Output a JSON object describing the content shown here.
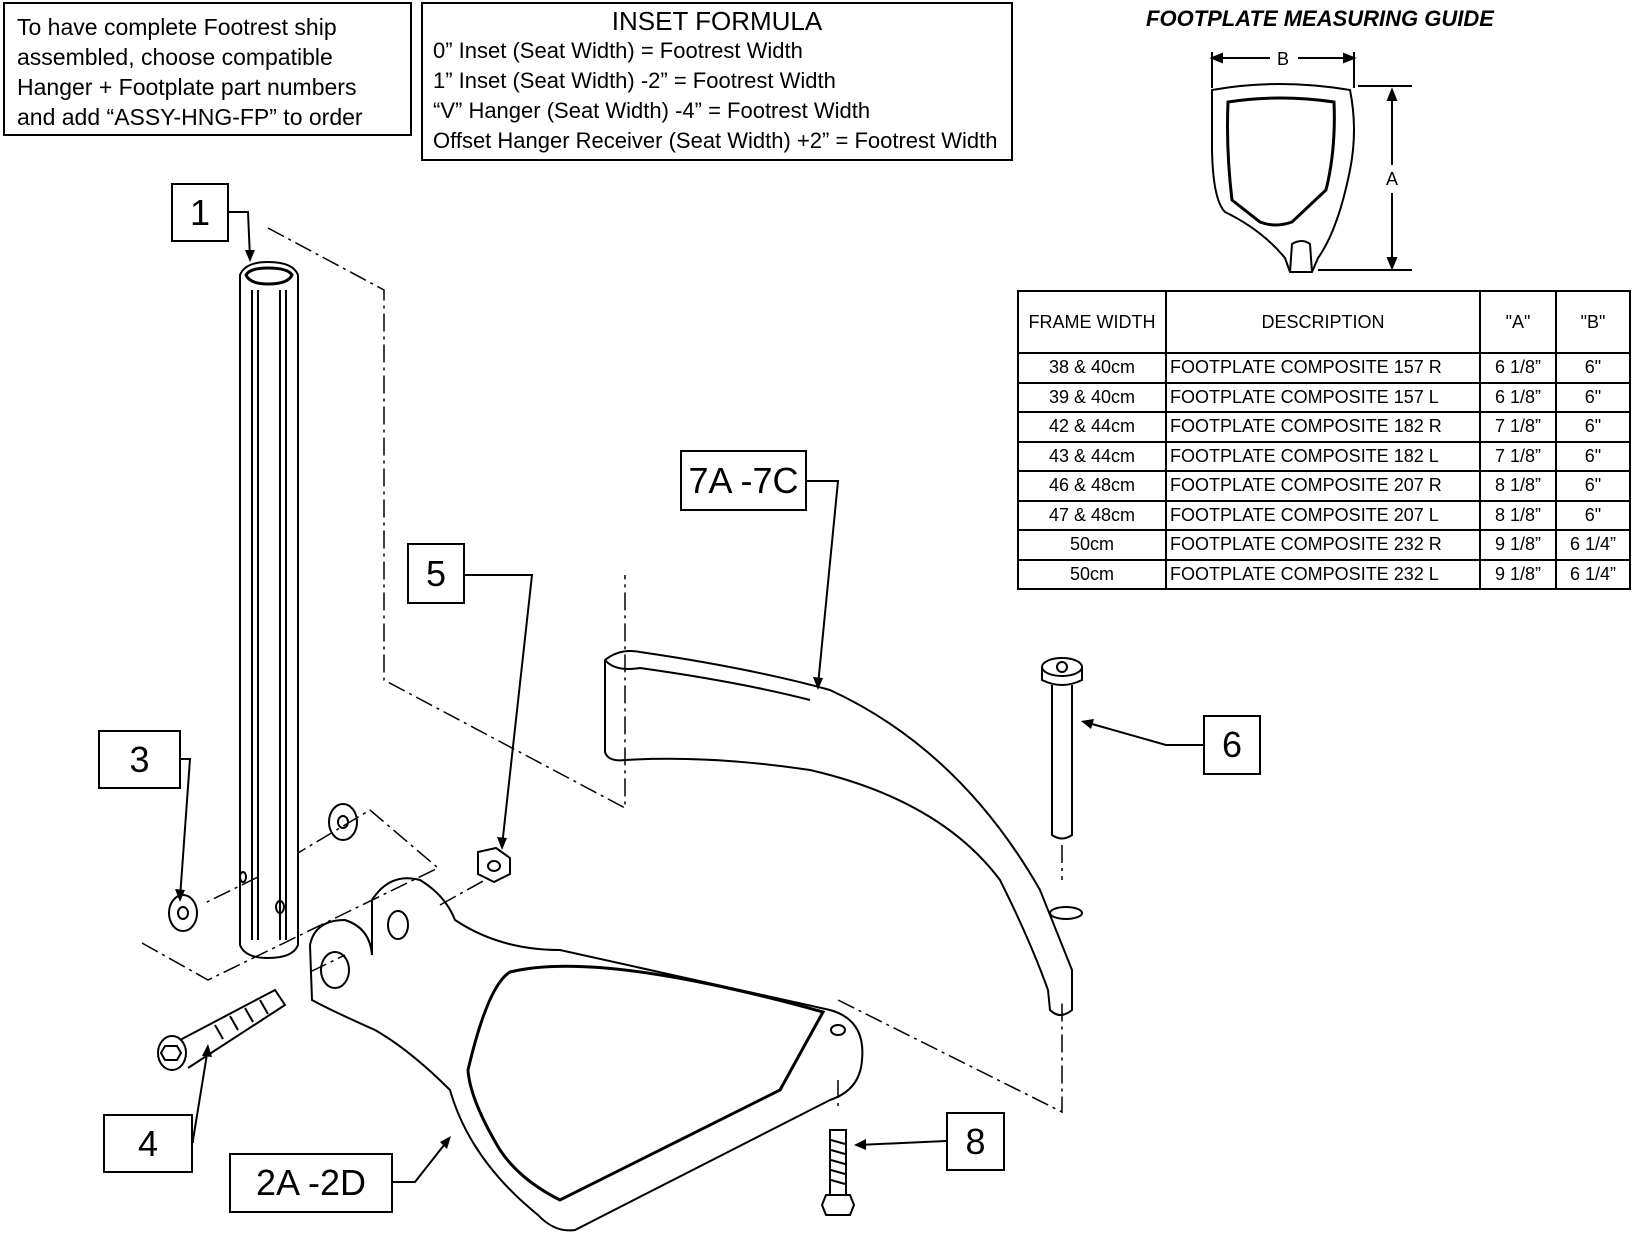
{
  "note": {
    "lines": [
      "To have complete Footrest ship",
      "assembled, choose compatible",
      "Hanger + Footplate part numbers",
      "and add “ASSY-HNG-FP” to order"
    ]
  },
  "inset_formula": {
    "title": "INSET FORMULA",
    "lines": [
      "0” Inset (Seat Width) = Footrest Width",
      "1” Inset (Seat Width) -2” = Footrest Width",
      "“V” Hanger (Seat Width) -4” = Footrest Width",
      "Offset Hanger Receiver (Seat Width) +2” = Footrest Width"
    ]
  },
  "measuring_guide": {
    "title": "FOOTPLATE MEASURING GUIDE",
    "dim_b": "B",
    "dim_a": "A"
  },
  "table": {
    "headers": [
      "FRAME WIDTH",
      "DESCRIPTION",
      "\"A\"",
      "\"B\""
    ],
    "rows": [
      [
        "38 & 40cm",
        "FOOTPLATE COMPOSITE 157 R",
        "6 1/8”",
        "6\""
      ],
      [
        "39 & 40cm",
        "FOOTPLATE COMPOSITE 157 L",
        "6 1/8”",
        "6\""
      ],
      [
        "42 & 44cm",
        "FOOTPLATE COMPOSITE 182 R",
        "7 1/8”",
        "6\""
      ],
      [
        "43 & 44cm",
        "FOOTPLATE COMPOSITE 182 L",
        "7 1/8”",
        "6\""
      ],
      [
        "46 & 48cm",
        "FOOTPLATE COMPOSITE 207 R",
        "8 1/8”",
        "6\""
      ],
      [
        "47 & 48cm",
        "FOOTPLATE COMPOSITE 207 L",
        "8 1/8”",
        "6\""
      ],
      [
        "50cm",
        "FOOTPLATE COMPOSITE 232 R",
        "9 1/8”",
        "6 1/4”"
      ],
      [
        "50cm",
        "FOOTPLATE COMPOSITE 232 L",
        "9 1/8”",
        "6 1/4”"
      ]
    ]
  },
  "callouts": {
    "c1": "1",
    "c2": "2A -2D",
    "c3": "3",
    "c4": "4",
    "c5": "5",
    "c6": "6",
    "c7": "7A -7C",
    "c8": "8"
  }
}
